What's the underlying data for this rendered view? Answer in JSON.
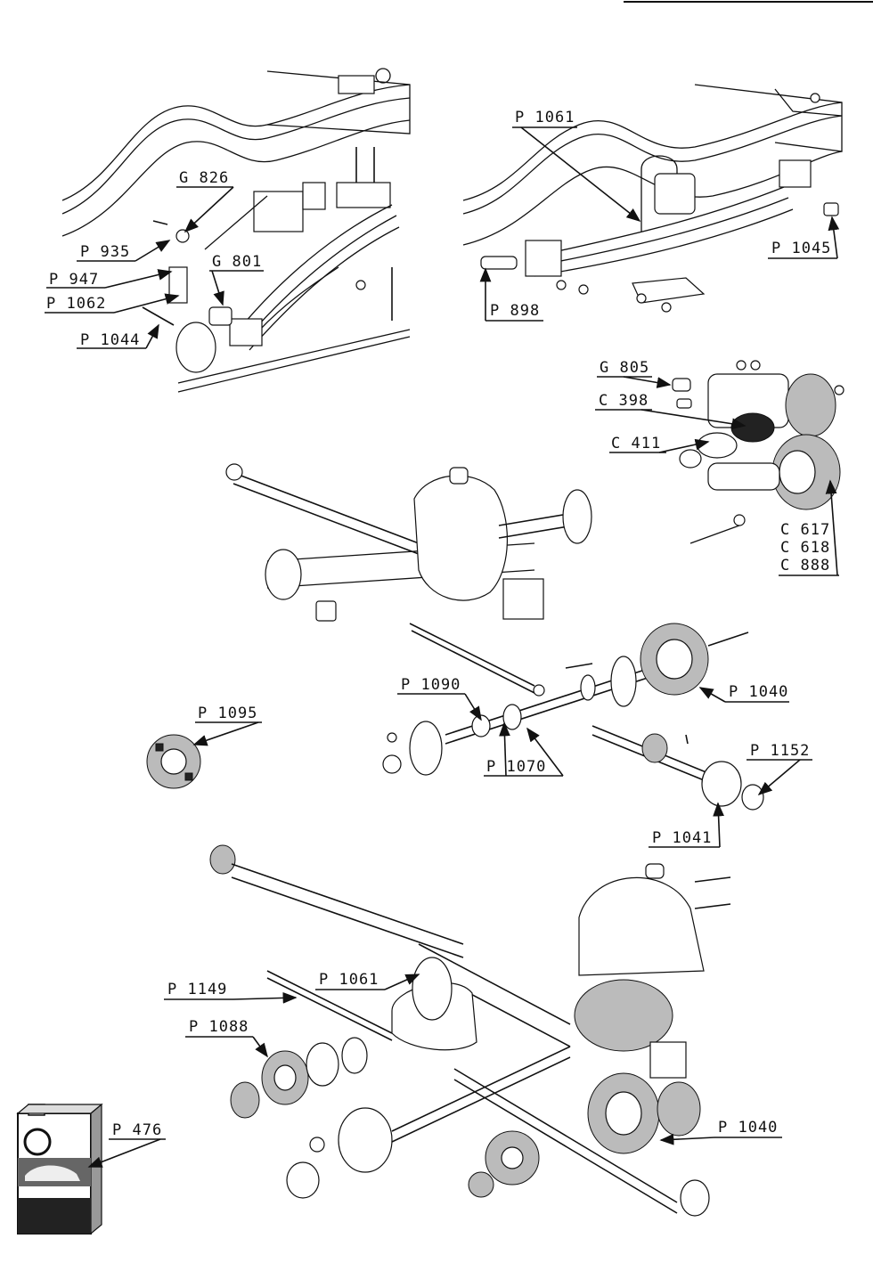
{
  "labels": {
    "g826": "G 826",
    "p935": "P 935",
    "p947": "P 947",
    "p1062": "P 1062",
    "p1044": "P 1044",
    "g801": "G 801",
    "p1061_top": "P 1061",
    "p1045": "P 1045",
    "p898": "P 898",
    "g805": "G 805",
    "c398": "C 398",
    "c411": "C 411",
    "c617": "C 617",
    "c618": "C 618",
    "c888": "C 888",
    "p1090": "P 1090",
    "p1040_mid": "P 1040",
    "p1095": "P 1095",
    "p1070": "P 1070",
    "p1152": "P 1152",
    "p1041": "P 1041",
    "p1149": "P 1149",
    "p1061_bottom": "P 1061",
    "p1088": "P 1088",
    "p476": "P 476",
    "p1040_bottom": "P 1040"
  }
}
